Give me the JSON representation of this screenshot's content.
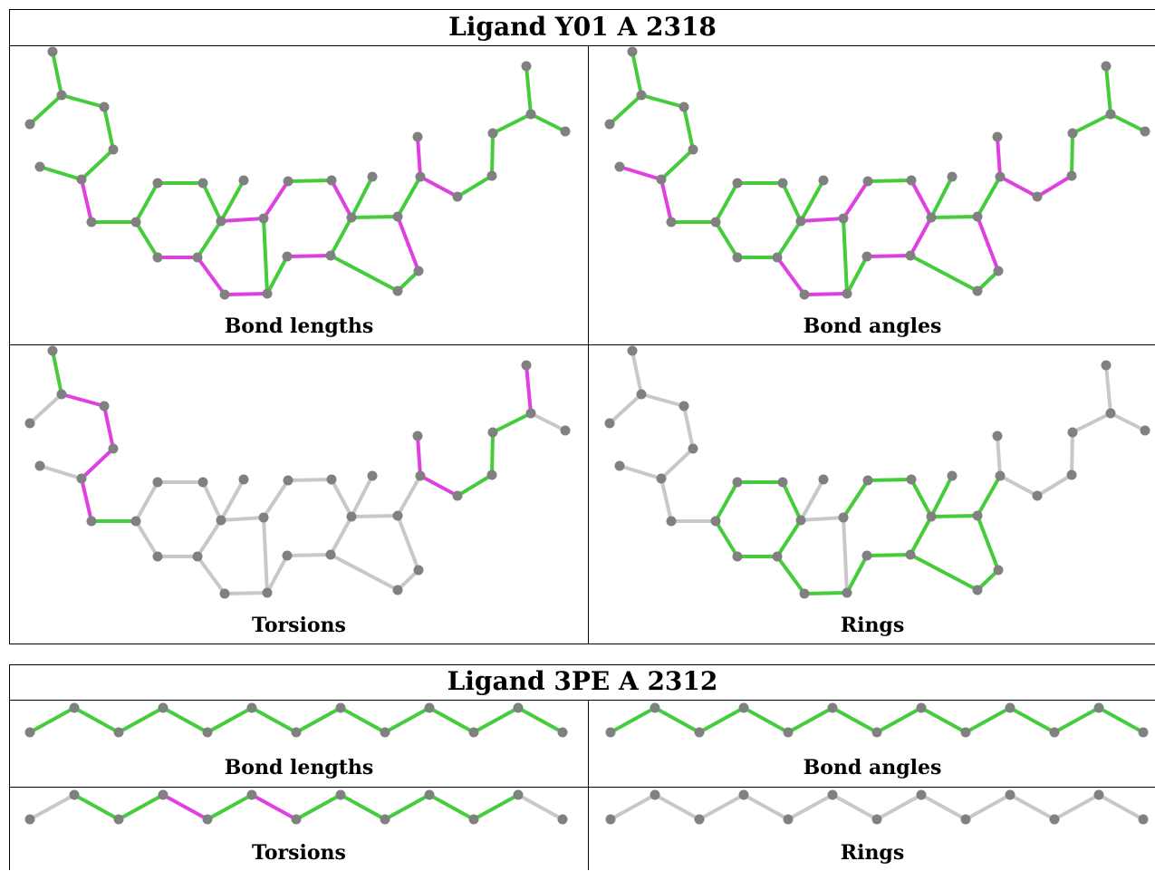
{
  "block1": {
    "title": "Ligand Y01 A 2318",
    "panels": [
      {
        "caption": "Bond lengths",
        "mode": "colored",
        "key": "lengths"
      },
      {
        "caption": "Bond angles",
        "mode": "colored",
        "key": "angles"
      },
      {
        "caption": "Torsions",
        "mode": "colored",
        "key": "torsions"
      },
      {
        "caption": "Rings",
        "mode": "colored",
        "key": "rings"
      }
    ]
  },
  "block2": {
    "title": "Ligand 3PE A 2312",
    "panels": [
      {
        "caption": "Bond lengths",
        "key": "lengths"
      },
      {
        "caption": "Bond angles",
        "key": "angles"
      },
      {
        "caption": "Torsions",
        "key": "torsions"
      },
      {
        "caption": "Rings",
        "key": "rings"
      }
    ]
  },
  "colors": {
    "green": "#44cc3a",
    "magenta": "#e040e0",
    "gray": "#c8c8c8",
    "atom": "#808080"
  }
}
